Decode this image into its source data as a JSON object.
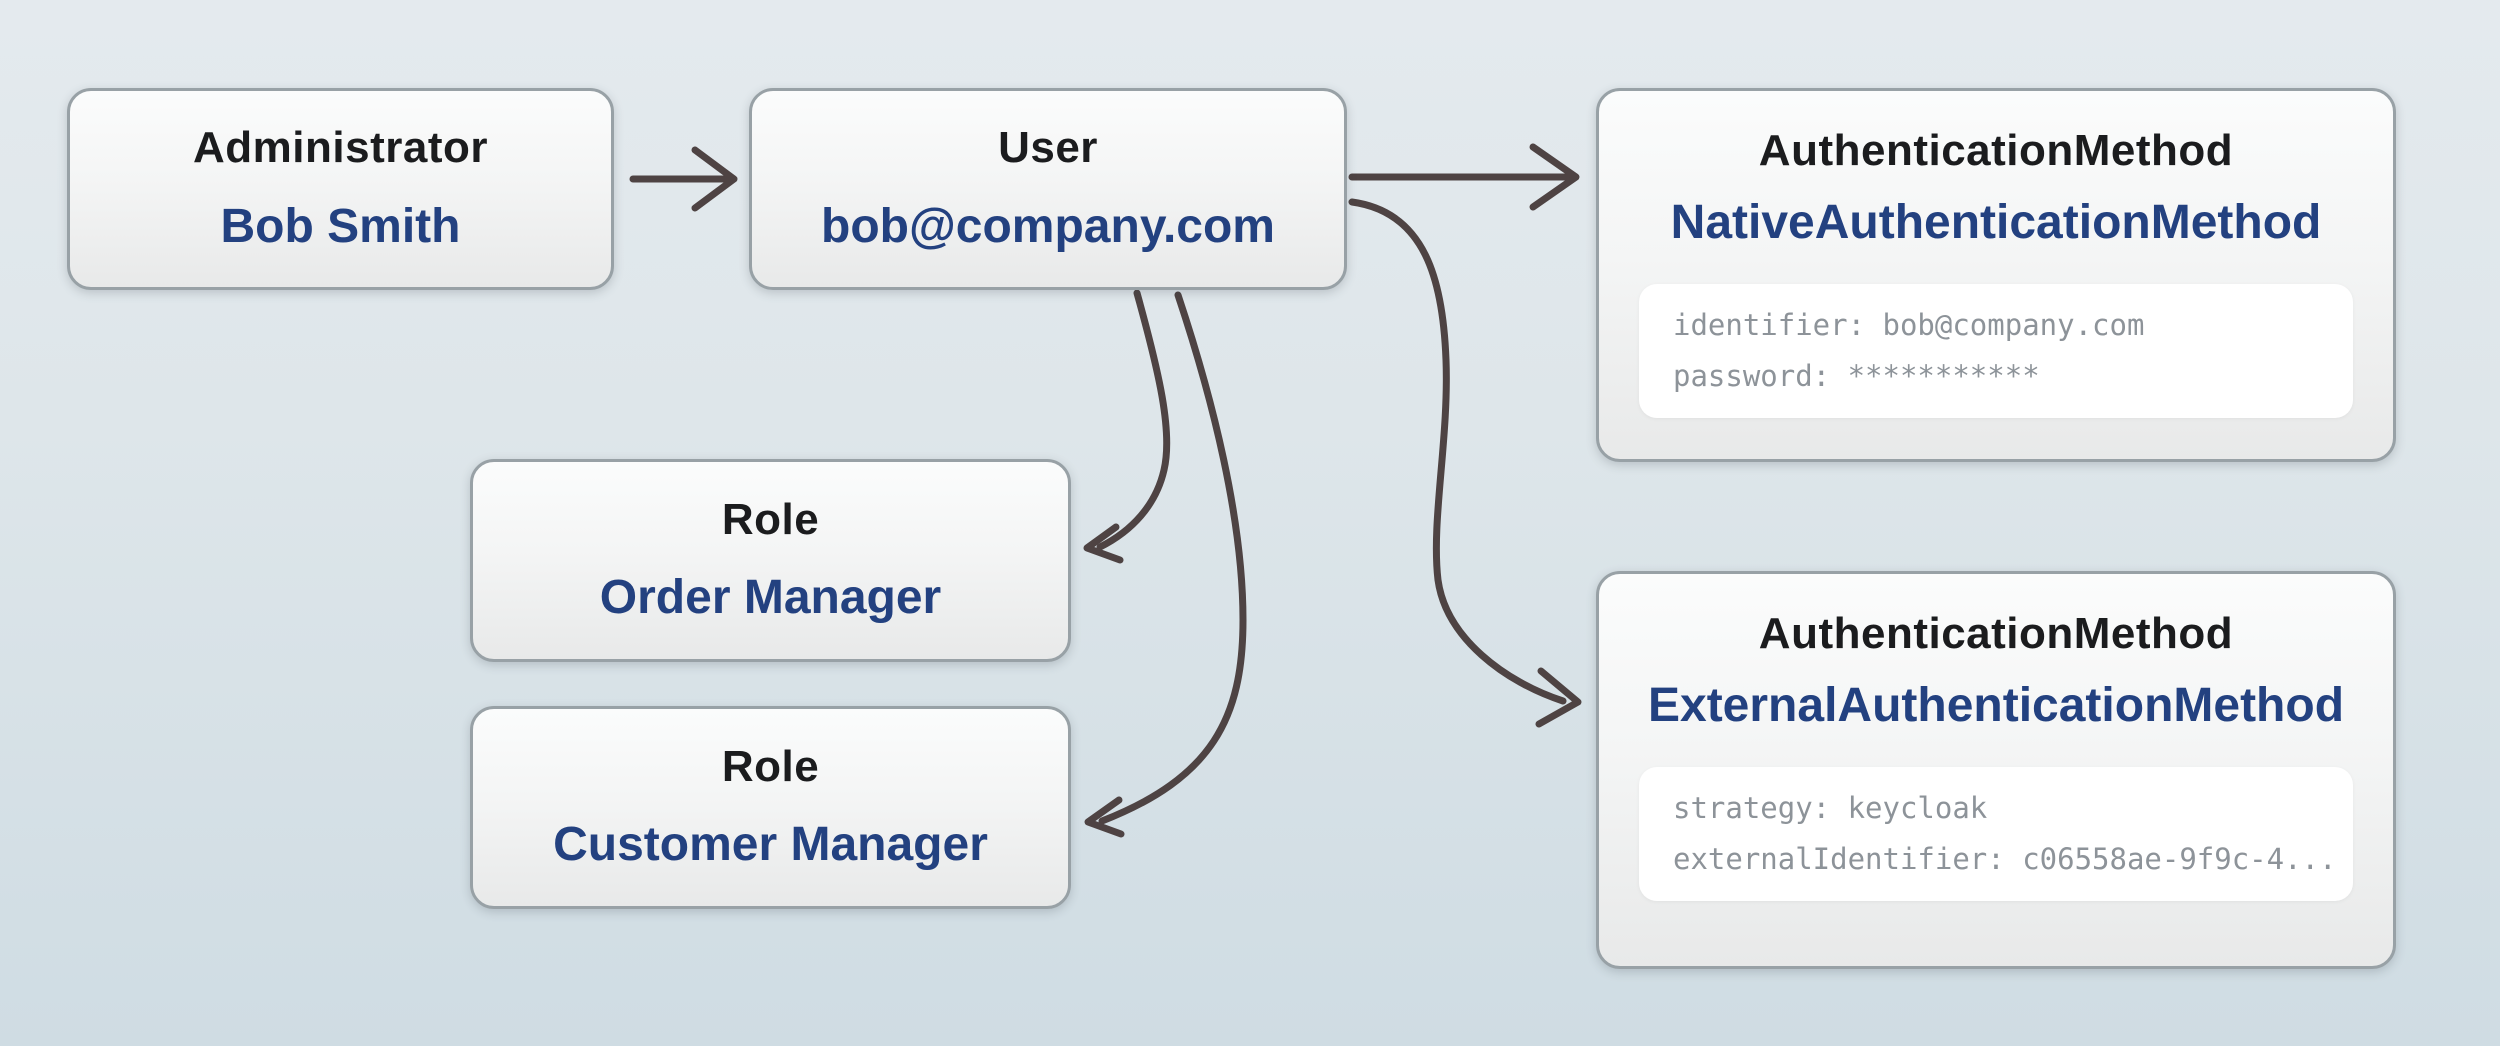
{
  "diagram": {
    "title": "User authentication and roles diagram",
    "colors": {
      "background_top": "#e4eaee",
      "background_bottom": "#cfdce3",
      "node_border": "#98a1a6",
      "node_fill_top": "#fbfcfc",
      "node_fill_bottom": "#e8e9e9",
      "type_label_text": "#1b1c1e",
      "value_text": "#234180",
      "attribute_text": "#8d9399",
      "attribute_box_fill": "#ffffff",
      "arrow": "#4e4343"
    },
    "nodes": [
      {
        "id": "administrator",
        "type_label": "Administrator",
        "value": "Bob Smith"
      },
      {
        "id": "user",
        "type_label": "User",
        "value": "bob@company.com"
      },
      {
        "id": "native-auth",
        "type_label": "AuthenticationMethod",
        "value": "NativeAuthenticationMethod",
        "attributes": [
          "identifier: bob@company.com",
          "password: ***********"
        ]
      },
      {
        "id": "role-order-manager",
        "type_label": "Role",
        "value": "Order Manager"
      },
      {
        "id": "role-customer-manager",
        "type_label": "Role",
        "value": "Customer Manager"
      },
      {
        "id": "external-auth",
        "type_label": "AuthenticationMethod",
        "value": "ExternalAuthenticationMethod",
        "attributes": [
          "strategy: keycloak",
          "externalIdentifier: c06558ae-9f9c-4..."
        ]
      }
    ],
    "edges": [
      {
        "from": "administrator",
        "to": "user"
      },
      {
        "from": "user",
        "to": "native-auth"
      },
      {
        "from": "user",
        "to": "external-auth"
      },
      {
        "from": "user",
        "to": "role-order-manager"
      },
      {
        "from": "user",
        "to": "role-customer-manager"
      }
    ]
  }
}
